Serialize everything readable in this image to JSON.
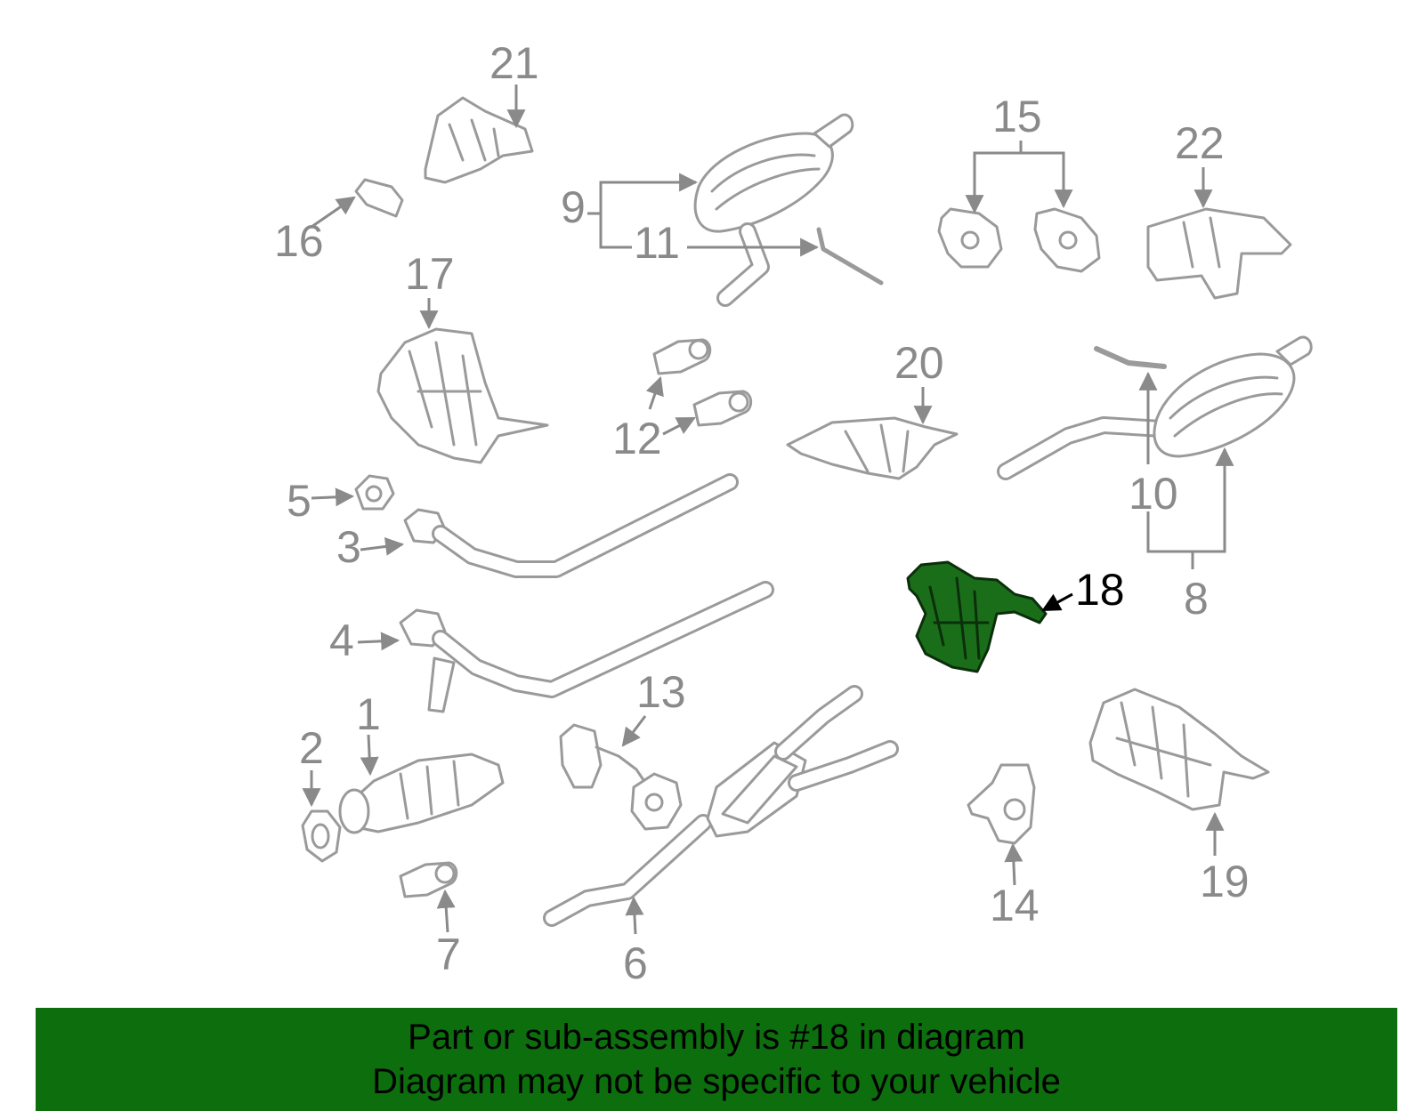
{
  "diagram": {
    "highlight_color": "#1a6e1a",
    "banner_color": "#0d6e0d",
    "highlighted_part": "18",
    "callouts": [
      "1",
      "2",
      "3",
      "4",
      "5",
      "6",
      "7",
      "8",
      "9",
      "10",
      "11",
      "12",
      "13",
      "14",
      "15",
      "16",
      "17",
      "18",
      "19",
      "20",
      "21",
      "22"
    ]
  },
  "banner": {
    "line1": "Part or sub-assembly is #18 in diagram",
    "line2": "Diagram may not be specific to your vehicle"
  }
}
